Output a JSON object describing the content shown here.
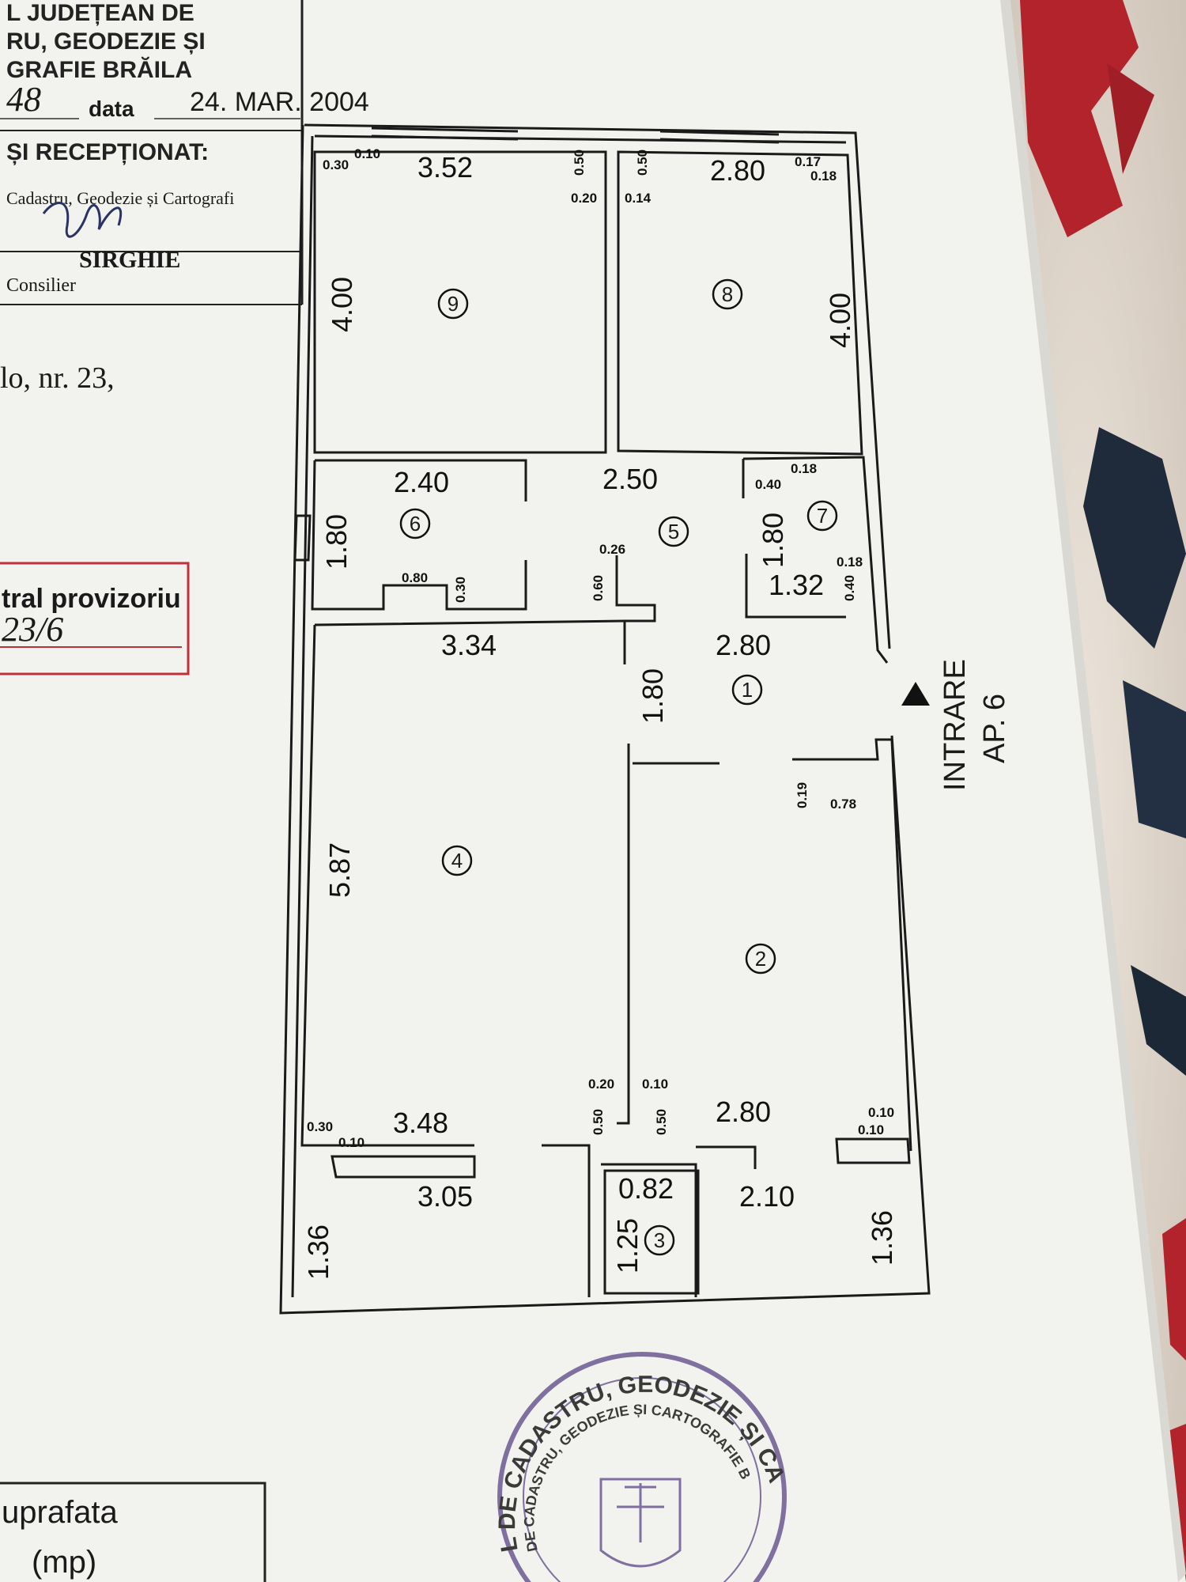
{
  "header": {
    "office_line1": "L JUDEȚEAN DE",
    "office_line2": "RU, GEODEZIE ȘI",
    "office_line3": "GRAFIE BRĂILA",
    "reg_number": "48",
    "data_label": "data",
    "date_value": "24. MAR. 2004",
    "received_label": "ȘI RECEPȚIONAT:",
    "office_name": "Cadastru, Geodezie și Cartografi",
    "signer_name": "SIRGHIE",
    "signer_role": "Consilier"
  },
  "address_fragment": "lo, nr. 23,",
  "red_stamp": {
    "text": "tral provizoriu",
    "number": "23/6"
  },
  "rooms": [
    {
      "number": "1"
    },
    {
      "number": "2"
    },
    {
      "number": "3"
    },
    {
      "number": "4"
    },
    {
      "number": "5"
    },
    {
      "number": "6"
    },
    {
      "number": "7"
    },
    {
      "number": "8"
    },
    {
      "number": "9"
    }
  ],
  "dimensions": {
    "r9_width": "3.52",
    "r9_height": "4.00",
    "r8_width": "2.80",
    "r8_height": "4.00",
    "r6_width": "2.40",
    "r6_height": "1.80",
    "r5_width": "2.50",
    "r7_height": "1.80",
    "r7_width": "1.32",
    "r4_width": "3.34",
    "r4_height": "5.87",
    "hall_width": "2.80",
    "hall_height": "1.80",
    "r4_bottom": "3.48",
    "balcony_left_width": "3.05",
    "balcony_left_height": "1.36",
    "r2_bottom": "2.80",
    "balcony_right_width": "2.10",
    "balcony_right_height": "1.36",
    "r3_width": "0.82",
    "r3_height": "1.25",
    "s030": "0.30",
    "s010": "0.10",
    "s050": "0.50",
    "s020": "0.20",
    "s014": "0.14",
    "s017": "0.17",
    "s018": "0.18",
    "s040": "0.40",
    "s026": "0.26",
    "s060": "0.60",
    "s080": "0.80",
    "s019": "0.19",
    "s078": "0.78"
  },
  "entrance": {
    "line1": "INTRARE",
    "line2": "AP. 6"
  },
  "footer_table": {
    "col_label": "uprafata",
    "unit": "(mp)"
  },
  "round_stamp": {
    "outer_text": "L DE CADASTRU, GEODEZIE ȘI CARTOGR",
    "inner_text": "DE CADASTRU, GEODEZIE ȘI CARTOGRAFIE B"
  },
  "colors": {
    "paper": "#f2f2ee",
    "ink": "#1a1a1a",
    "red_stamp": "#c0303a",
    "purple_stamp": "#6b5a93"
  }
}
